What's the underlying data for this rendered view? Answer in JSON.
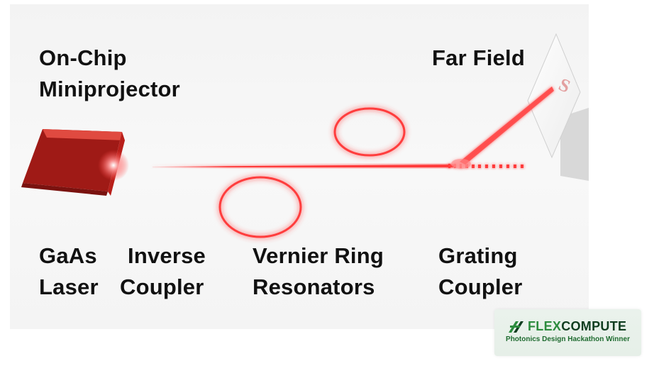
{
  "labels": {
    "title_line1": "On-Chip",
    "title_line2": "Miniprojector",
    "far_field": "Far Field",
    "laser_line1": "GaAs",
    "laser_line2": "Laser",
    "inverse_line1": "Inverse",
    "inverse_line2": "Coupler",
    "vernier_line1": "Vernier Ring",
    "vernier_line2": "Resonators",
    "grating_line1": "Grating",
    "grating_line2": "Coupler"
  },
  "projected_symbol": "S",
  "badge": {
    "brand_part1": "FLEX",
    "brand_part2": "COMPUTE",
    "subtitle": "Photonics Design Hackathon Winner"
  },
  "colors": {
    "laser_red": "#d42a24",
    "beam_red": "#ff3b3b",
    "brand_green": "#2d8c3e"
  },
  "icons": [
    "flexcompute-logo-icon"
  ]
}
